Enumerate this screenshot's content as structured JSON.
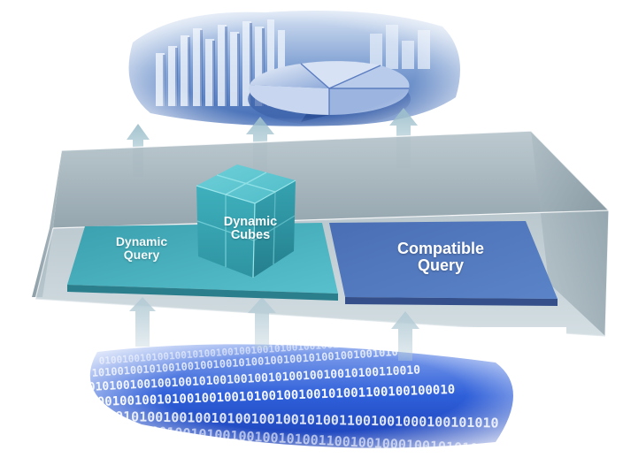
{
  "diagram": {
    "binary_stream": "0100100101001001010010010010010100100100101001001001010011001001000100101",
    "components": {
      "dynamic_query": {
        "line1": "Dynamic",
        "line2": "Query",
        "color": "#3aa4b4"
      },
      "dynamic_cubes": {
        "line1": "Dynamic",
        "line2": "Cubes",
        "color": "#3fb6c2"
      },
      "compatible_query": {
        "line1": "Compatible",
        "line2": "Query",
        "color": "#4b73b9"
      }
    },
    "colors": {
      "container": "#8fa1ab",
      "arrow": "#bcd2da",
      "binary_text": "#ffffff",
      "binary_background": "#2f5fd6",
      "chart_background": "#6d8cc6"
    }
  }
}
